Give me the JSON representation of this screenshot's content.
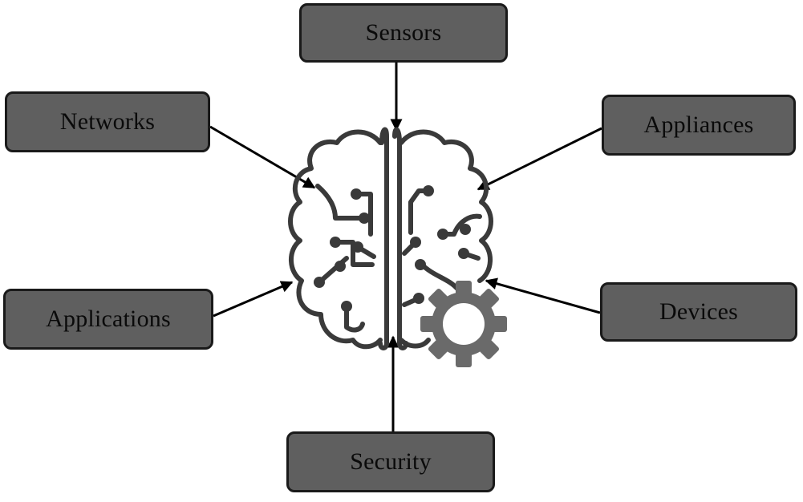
{
  "nodes": {
    "sensors": "Sensors",
    "networks": "Networks",
    "appliances": "Appliances",
    "applications": "Applications",
    "devices": "Devices",
    "security": "Security"
  },
  "center": {
    "icon": "brain-with-gear-icon"
  },
  "colors": {
    "box_fill": "#5f5f5f",
    "box_border": "#1a1a1a",
    "icon_stroke": "#3a3a3a",
    "gear": "#6a6a6a",
    "arrow": "#000000"
  }
}
